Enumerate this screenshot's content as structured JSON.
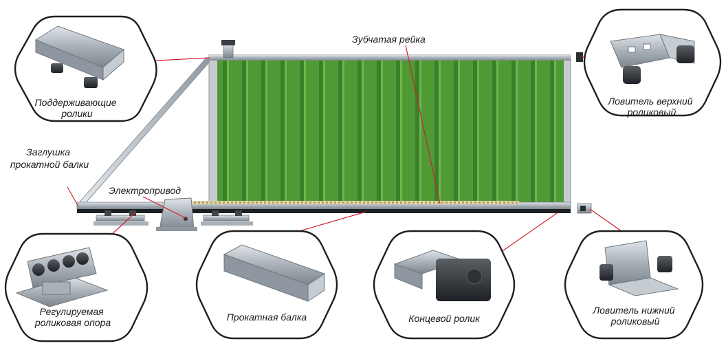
{
  "labels": {
    "support_rollers": [
      "Поддерживающие",
      "ролики"
    ],
    "top_catcher": [
      "Ловитель верхний",
      "роликовый"
    ],
    "rack": "Зубчатая рейка",
    "beam_cap": [
      "Заглушка",
      "прокатной балки"
    ],
    "drive": "Электропривод",
    "roller_support": [
      "Регулируемая",
      "роликовая опора"
    ],
    "beam": "Прокатная балка",
    "end_roller": "Концевой ролик",
    "bottom_catcher": [
      "Ловитель нижний",
      "роликовый"
    ]
  },
  "colors": {
    "panel_green": "#4f9a35",
    "panel_green_dark": "#3d7f28",
    "frame_gray": "#b9bec4",
    "leader_red": "#d0202a",
    "hex_stroke": "#1e1e1e"
  }
}
